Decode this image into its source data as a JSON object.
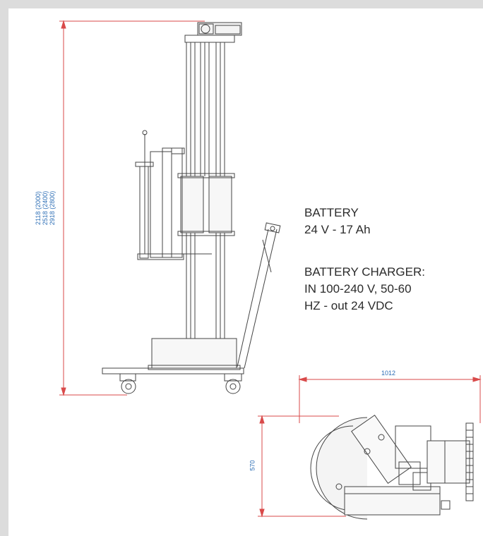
{
  "colors": {
    "line": "#444444",
    "dimension": "#d94a4a",
    "dimension_text": "#2b6db5",
    "frame": "#dcdcdc"
  },
  "side_view": {
    "height_dims": [
      "2118 (2000)",
      "2518 (2400)",
      "2918 (2800)"
    ]
  },
  "battery": {
    "title": "BATTERY",
    "spec": "24 V - 17 Ah"
  },
  "charger": {
    "title": "BATTERY CHARGER:",
    "line1": "IN 100-240 V, 50-60",
    "line2": "HZ - out 24 VDC"
  },
  "top_view": {
    "width_dim": "1012",
    "depth_dim": "570"
  }
}
